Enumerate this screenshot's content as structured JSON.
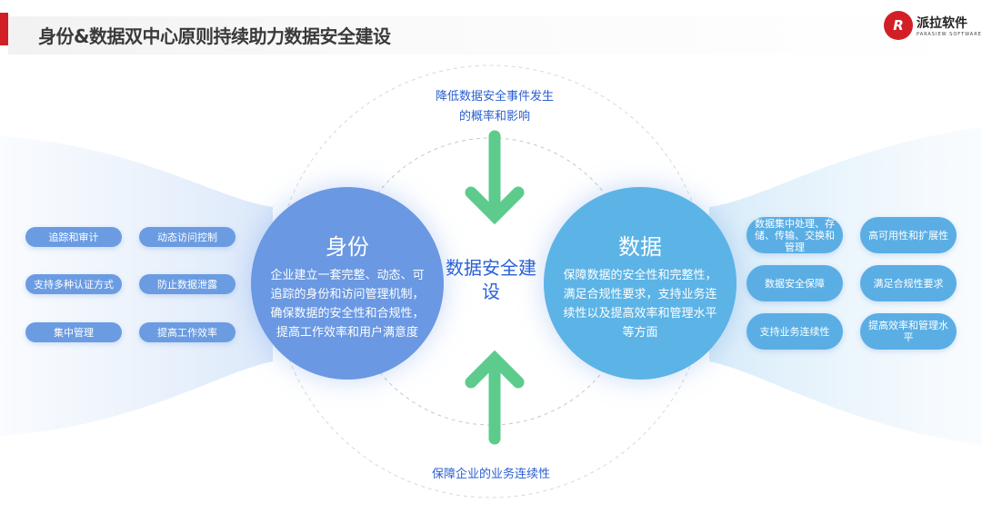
{
  "header": {
    "title": "身份&数据双中心原则持续助力数据安全建设",
    "logo_name": "派拉软件",
    "logo_sub": "PARASIEW SOFTWARE",
    "logo_mark": "R"
  },
  "center": {
    "title": "数据安全建设",
    "top_caption": "降低数据安全事件发生的概率和影响",
    "bottom_caption": "保障企业的业务连续性"
  },
  "identity": {
    "title": "身份",
    "desc": "企业建立一套完整、动态、可追踪的身份和访问管理机制，确保数据的安全性和合规性，提高工作效率和用户满意度",
    "items": [
      "追踪和审计",
      "动态访问控制",
      "支持多种认证方式",
      "防止数据泄露",
      "集中管理",
      "提高工作效率"
    ]
  },
  "data": {
    "title": "数据",
    "desc": "保障数据的安全性和完整性，满足合规性要求，支持业务连续性以及提高效率和管理水平等方面",
    "items": [
      "数据集中处理、存储、传输、交换和管理",
      "高可用性和扩展性",
      "数据安全保障",
      "满足合规性要求",
      "支持业务连续性",
      "提高效率和管理水平"
    ]
  },
  "colors": {
    "identity": "#6a98e2",
    "data": "#5cb3e6",
    "arrow": "#5ccb8c",
    "accent": "#d21f26"
  }
}
